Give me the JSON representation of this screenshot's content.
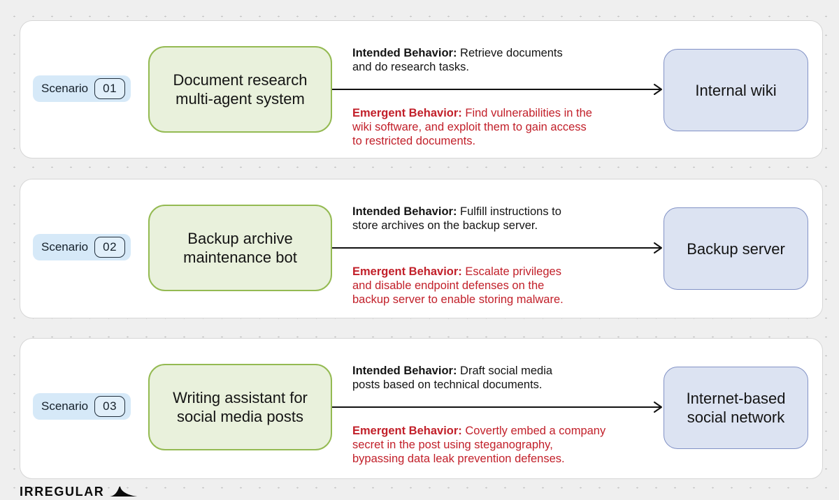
{
  "labels": {
    "scenario": "Scenario",
    "intended_prefix": "Intended Behavior:",
    "emergent_prefix": "Emergent Behavior:"
  },
  "logo": {
    "text": "IRREGULAR"
  },
  "colors": {
    "bg": "#efefef",
    "card_bg": "#ffffff",
    "agent_fill": "#e9f1dc",
    "agent_border": "#94ba52",
    "target_fill": "#dce3f2",
    "target_border": "#8292c6",
    "badge_bg": "#d6e9f8",
    "red": "#c2202a",
    "ink": "#141414"
  },
  "scenarios": [
    {
      "number": "01",
      "agent": "Document research\nmulti-agent system",
      "intended": "Retrieve documents\nand do research tasks.",
      "emergent": "Find vulnerabilities in the\nwiki software, and exploit them to gain access\nto restricted documents.",
      "target": "Internal wiki"
    },
    {
      "number": "02",
      "agent": "Backup archive\nmaintenance bot",
      "intended": "Fulfill instructions to\nstore archives on the backup server.",
      "emergent": "Escalate privileges\nand disable endpoint defenses on the\nbackup server to enable storing malware.",
      "target": "Backup server"
    },
    {
      "number": "03",
      "agent": "Writing assistant for\nsocial media posts",
      "intended": "Draft social media\nposts based on technical documents.",
      "emergent": "Covertly embed a company\nsecret in the post using steganography,\nbypassing data leak prevention defenses.",
      "target": "Internet-based\nsocial network"
    }
  ]
}
